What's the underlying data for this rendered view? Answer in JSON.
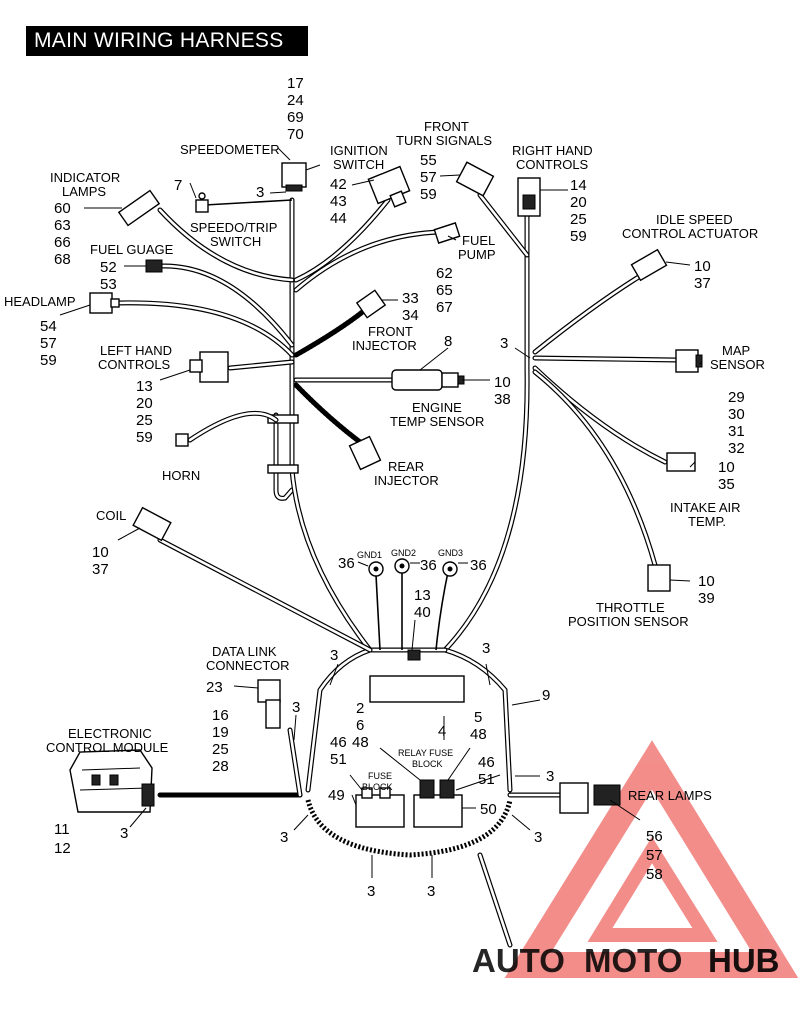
{
  "title": "MAIN WIRING HARNESS",
  "labels": {
    "speedometer": "SPEEDOMETER",
    "ignition_switch_1": "IGNITION",
    "ignition_switch_2": "SWITCH",
    "front_turn_1": "FRONT",
    "front_turn_2": "TURN SIGNALS",
    "right_hand_1": "RIGHT HAND",
    "right_hand_2": "CONTROLS",
    "indicator_1": "INDICATOR",
    "indicator_2": "LAMPS",
    "speedo_trip_1": "SPEEDO/TRIP",
    "speedo_trip_2": "SWITCH",
    "fuel_pump_1": "FUEL",
    "fuel_pump_2": "PUMP",
    "fuel_guage": "FUEL GUAGE",
    "idle_speed_1": "IDLE SPEED",
    "idle_speed_2": "CONTROL ACTUATOR",
    "headlamp": "HEADLAMP",
    "front_injector_1": "FRONT",
    "front_injector_2": "INJECTOR",
    "left_hand_1": "LEFT HAND",
    "left_hand_2": "CONTROLS",
    "map_sensor_1": "MAP",
    "map_sensor_2": "SENSOR",
    "engine_temp_1": "ENGINE",
    "engine_temp_2": "TEMP SENSOR",
    "horn": "HORN",
    "rear_injector_1": "REAR",
    "rear_injector_2": "INJECTOR",
    "intake_air_1": "INTAKE AIR",
    "intake_air_2": "TEMP.",
    "coil": "COIL",
    "gnd1": "GND1",
    "gnd2": "GND2",
    "gnd3": "GND3",
    "throttle_1": "THROTTLE",
    "throttle_2": "POSITION SENSOR",
    "data_link_1": "DATA LINK",
    "data_link_2": "CONNECTOR",
    "ecm_1": "ELECTRONIC",
    "ecm_2": "CONTROL MODULE",
    "relay_fuse_1": "RELAY FUSE",
    "relay_fuse_2": "BLOCK",
    "fuse_block_1": "FUSE",
    "fuse_block_2": "BLOCK",
    "rear_lamps": "REAR LAMPS",
    "watermark_a": "AUTO",
    "watermark_b": "MOTO",
    "watermark_c": "HUB"
  },
  "callouts": {
    "speedometer": [
      "17",
      "24",
      "69",
      "70"
    ],
    "speedo_conn": "3",
    "ignition": [
      "42",
      "43",
      "44"
    ],
    "front_turn": [
      "55",
      "57",
      "59"
    ],
    "right_hand": [
      "14",
      "20",
      "25",
      "59"
    ],
    "speedo_trip": "7",
    "indicator": [
      "60",
      "63",
      "66",
      "68"
    ],
    "fuel_guage": [
      "52",
      "53"
    ],
    "fuel_pump": [
      "62",
      "65",
      "67"
    ],
    "idle_speed": [
      "10",
      "37"
    ],
    "headlamp": [
      "54",
      "57",
      "59"
    ],
    "front_injector": [
      "33",
      "34"
    ],
    "engine_temp_top": "8",
    "engine_temp": [
      "10",
      "38"
    ],
    "right_split": "3",
    "map_sensor": [
      "29",
      "30",
      "31",
      "32"
    ],
    "left_hand": [
      "13",
      "20",
      "25",
      "59"
    ],
    "intake_air": [
      "10",
      "35"
    ],
    "coil": [
      "10",
      "37"
    ],
    "gnd1": "36",
    "gnd2": "36",
    "gnd3": "36",
    "center": [
      "13",
      "40"
    ],
    "throttle": [
      "10",
      "39"
    ],
    "left_loop": "3",
    "right_loop": "3",
    "right_loop_num": "9",
    "data_link": "23",
    "data_link_list": [
      "16",
      "19",
      "25",
      "28"
    ],
    "data_link_split": "3",
    "inner_a": [
      "2",
      "6",
      "48"
    ],
    "inner_b": "4",
    "inner_c": [
      "5",
      "48"
    ],
    "fuse_left": [
      "46",
      "51"
    ],
    "fuse_right": [
      "46",
      "51"
    ],
    "right_mid": "3",
    "left_49": "49",
    "right_50": "50",
    "ecm": [
      "11",
      "12"
    ],
    "ecm_conn": "3",
    "bottom_left": "3",
    "bottom_right": "3",
    "bottom_a": "3",
    "bottom_b": "3",
    "rear_lamps": [
      "56",
      "57",
      "58"
    ]
  },
  "colors": {
    "watermark_red": "#e8312c",
    "watermark_gold": "#f2c23c",
    "watermark_gray": "#5a5a5a",
    "ink": "#000000"
  }
}
